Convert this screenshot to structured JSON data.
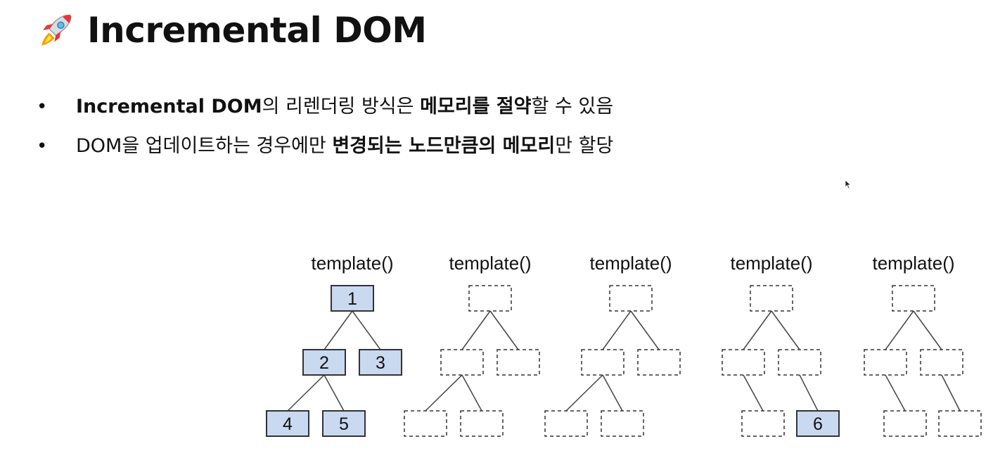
{
  "title": {
    "text": "Incremental DOM"
  },
  "bullets": [
    {
      "segments": [
        {
          "text": "Incremental DOM",
          "bold": true
        },
        {
          "text": "의 리렌더링 방식은 ",
          "bold": false
        },
        {
          "text": "메모리를 절약",
          "bold": true
        },
        {
          "text": "할 수 있음",
          "bold": false
        }
      ]
    },
    {
      "segments": [
        {
          "text": "DOM을 업데이트하는 경우에만 ",
          "bold": false
        },
        {
          "text": "변경되는 노드만큼의 메모리",
          "bold": true
        },
        {
          "text": "만 할당",
          "bold": false
        }
      ]
    }
  ],
  "bullet_symbol": "•",
  "diagram": {
    "template_label": "template()",
    "trees": [
      {
        "labels": [
          "1",
          "2",
          "3",
          "4",
          "5"
        ],
        "filled": [
          true,
          true,
          true,
          true,
          true
        ],
        "structure": "binary-left"
      },
      {
        "labels": [
          "",
          "",
          "",
          "",
          ""
        ],
        "filled": [
          false,
          false,
          false,
          false,
          false
        ],
        "structure": "binary-left"
      },
      {
        "labels": [
          "",
          "",
          "",
          "",
          ""
        ],
        "filled": [
          false,
          false,
          false,
          false,
          false
        ],
        "structure": "binary-left"
      },
      {
        "labels": [
          "",
          "",
          "",
          "",
          "6"
        ],
        "filled": [
          false,
          false,
          false,
          false,
          true
        ],
        "structure": "split"
      },
      {
        "labels": [
          "",
          "",
          "",
          "",
          ""
        ],
        "filled": [
          false,
          false,
          false,
          false,
          false
        ],
        "structure": "split"
      }
    ],
    "colors": {
      "filled": "#c9d9f0",
      "stroke": "#333333",
      "edge": "#444444"
    }
  }
}
